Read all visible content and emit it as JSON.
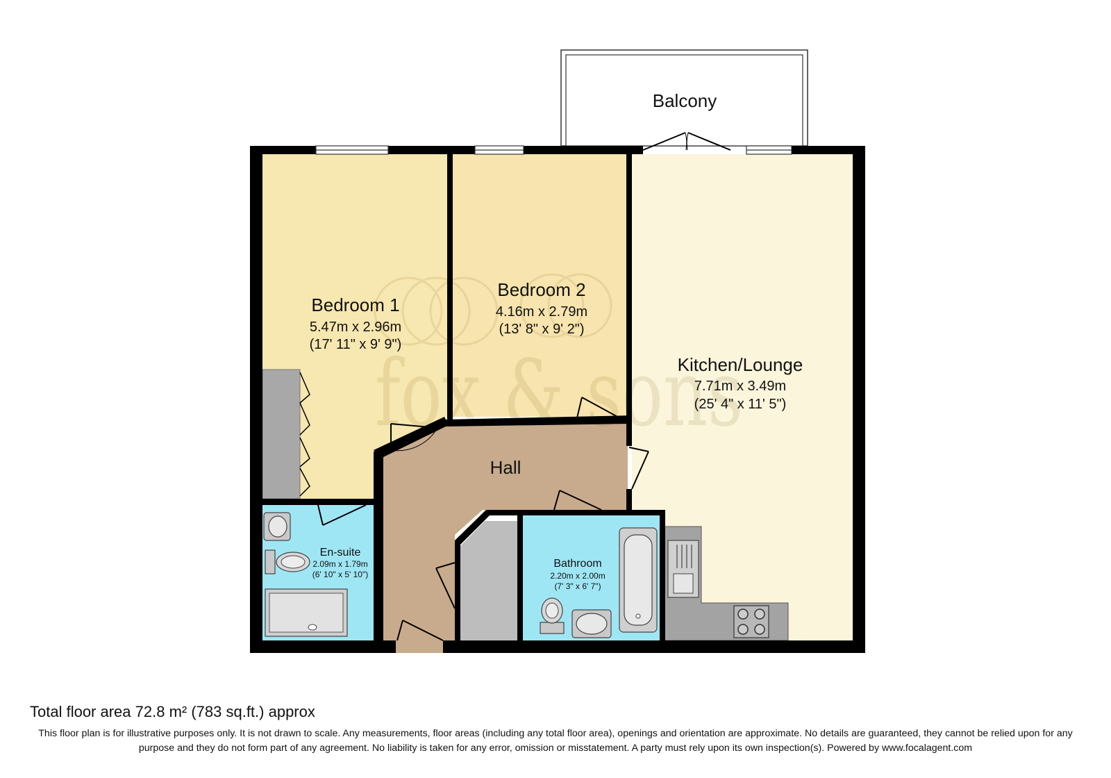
{
  "rooms": {
    "balcony": {
      "name": "Balcony"
    },
    "bedroom1": {
      "name": "Bedroom 1",
      "metric": "5.47m x 2.96m",
      "imperial": "(17' 11\" x 9' 9\")"
    },
    "bedroom2": {
      "name": "Bedroom 2",
      "metric": "4.16m x 2.79m",
      "imperial": "(13' 8\" x 9' 2\")"
    },
    "kitchen": {
      "name": "Kitchen/Lounge",
      "metric": "7.71m x 3.49m",
      "imperial": "(25' 4\" x 11' 5\")"
    },
    "hall": {
      "name": "Hall"
    },
    "ensuite": {
      "name": "En-suite",
      "metric": "2.09m x 1.79m",
      "imperial": "(6' 10\" x 5' 10\")"
    },
    "bathroom": {
      "name": "Bathroom",
      "metric": "2.20m x 2.00m",
      "imperial": "(7' 3\" x 6' 7\")"
    }
  },
  "watermark": {
    "text": "fox & sons"
  },
  "footer": {
    "total_area": "Total floor area 72.8 m² (783 sq.ft.) approx",
    "disclaimer": "This floor plan is for illustrative purposes only. It is not drawn to scale. Any measurements, floor areas (including any total floor area), openings and orientation are approximate. No details are guaranteed, they cannot be relied upon for any purpose and they do not form part of any agreement. No liability is taken for any error, omission or misstatement. A party must rely upon its own inspection(s). Powered by www.focalagent.com"
  },
  "colors": {
    "wall": "#000000",
    "bedroom1": "#f7e7b0",
    "bedroom2": "#f7e4ae",
    "kitchen": "#fbf5dc",
    "hall": "#c8ab8c",
    "wet_rooms": "#9fe6f4",
    "storage": "#bdbdbd",
    "worktop": "#a3a3a3"
  }
}
